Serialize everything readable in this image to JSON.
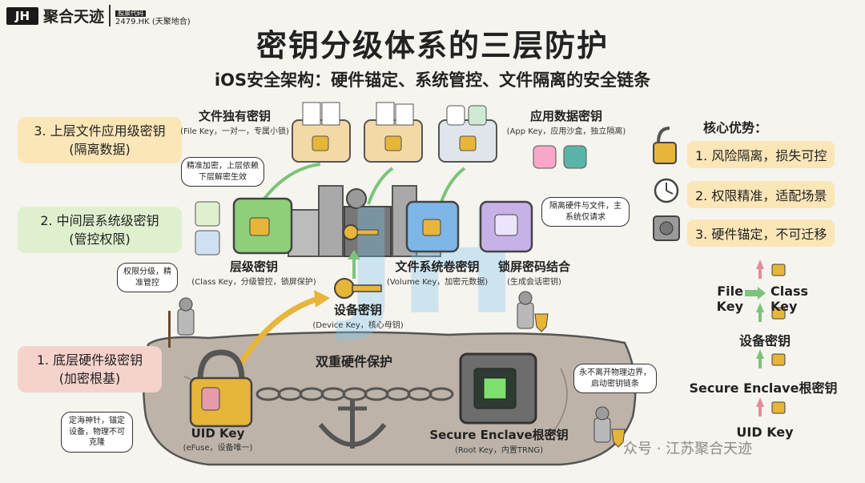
{
  "brand": {
    "logo_mark": "JH",
    "name": "聚合天迹",
    "stock_label": "股票代码",
    "stock_code": "2479.HK (天聚地合)"
  },
  "title": "密钥分级体系的三层防护",
  "subtitle": "iOS安全架构：硬件锚定、系统管控、文件隔离的安全链条",
  "layers": {
    "top": {
      "line1": "3. 上层文件应用级密钥",
      "line2": "(隔离数据)"
    },
    "middle": {
      "line1": "2. 中间层系统级密钥",
      "line2": "(管控权限)"
    },
    "bottom": {
      "line1": "1. 底层硬件级密钥",
      "line2": "(加密根基)"
    }
  },
  "keys": {
    "file_key": {
      "name": "文件独有密钥",
      "desc": "(File Key，一对一，专属小锁)"
    },
    "app_key": {
      "name": "应用数据密钥",
      "desc": "(App Key，应用沙盒，独立隔离)"
    },
    "class_key": {
      "name": "层级密钥",
      "desc": "(Class Key，分级管控，锁屏保护)"
    },
    "volume_key": {
      "name": "文件系统卷密钥",
      "desc": "(Volume Key，加密元数据)"
    },
    "lockscreen": {
      "name": "锁屏密码结合",
      "desc": "(生成会话密钥)"
    },
    "device_key": {
      "name": "设备密钥",
      "desc": "(Device Key，核心母钥)"
    },
    "uid_key": {
      "name": "UID Key",
      "desc": "(eFuse，设备唯一)"
    },
    "root_key": {
      "name": "Secure Enclave根密钥",
      "desc": "(Root Key，内置TRNG)"
    }
  },
  "bubbles": {
    "nested": "精准加密，上层依赖下层解密生效",
    "isolation": "隔离硬件与文件，主系统仅请求",
    "permission": "权限分级，精准管控",
    "anchor": "定海神针，锚定设备，物理不可克隆",
    "boundary": "永不离开物理边界，启动密钥链条"
  },
  "dual_protection": "双重硬件保护",
  "advantages": {
    "heading": "核心优势：",
    "items": [
      "1. 风险隔离，损失可控",
      "2. 权限精准，适配场景",
      "3. 硬件锚定，不可迁移"
    ]
  },
  "chain": {
    "file_key": "File Key",
    "class_key": "Class Key",
    "device_key": "设备密钥",
    "root_key": "Secure Enclave根密钥",
    "uid_key": "UID Key"
  },
  "watermark": "众号 · 江苏聚合天迹",
  "colors": {
    "accent_yellow": "#fbe6b8",
    "accent_green": "#dff0cf",
    "accent_red": "#f6d2cc",
    "lock_gold": "#e7b53a",
    "arrow_green": "#7cc47a"
  }
}
